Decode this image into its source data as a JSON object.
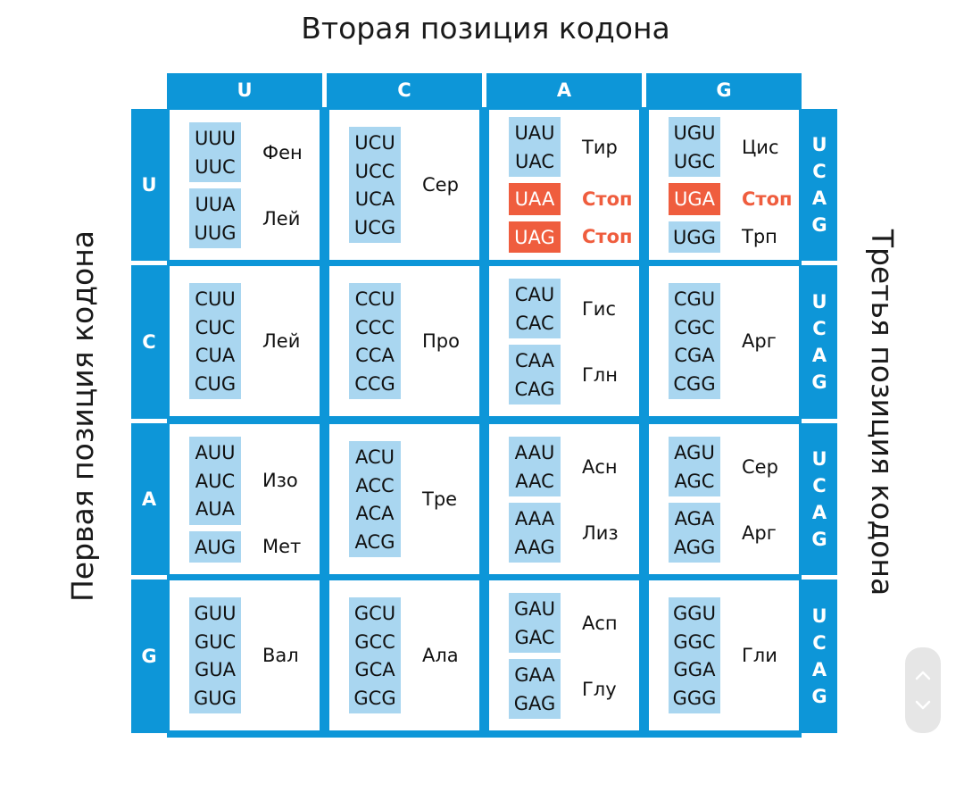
{
  "titles": {
    "top": "Вторая позиция кодона",
    "left": "Первая позиция кодона",
    "right": "Третья позиция кодона"
  },
  "second_position": [
    "U",
    "C",
    "A",
    "G"
  ],
  "first_position": [
    "U",
    "C",
    "A",
    "G"
  ],
  "third_position": [
    "U",
    "C",
    "A",
    "G"
  ],
  "colors": {
    "header_blue": "#0d96d8",
    "codon_bg": "#a9d6f0",
    "stop": "#ef5d3e"
  },
  "cells": [
    {
      "groups": [
        {
          "codons": [
            "UUU",
            "UUC"
          ],
          "aa": "Фен",
          "stop": false
        },
        {
          "codons": [
            "UUA",
            "UUG"
          ],
          "aa": "Лей",
          "stop": false
        }
      ]
    },
    {
      "groups": [
        {
          "codons": [
            "UCU",
            "UCC",
            "UCA",
            "UCG"
          ],
          "aa": "Сер",
          "stop": false
        }
      ]
    },
    {
      "groups": [
        {
          "codons": [
            "UAU",
            "UAC"
          ],
          "aa": "Тир",
          "stop": false
        },
        {
          "codons": [
            "UAA"
          ],
          "aa": "Стоп",
          "stop": true
        },
        {
          "codons": [
            "UAG"
          ],
          "aa": "Стоп",
          "stop": true
        }
      ]
    },
    {
      "groups": [
        {
          "codons": [
            "UGU",
            "UGC"
          ],
          "aa": "Цис",
          "stop": false
        },
        {
          "codons": [
            "UGA"
          ],
          "aa": "Стоп",
          "stop": true
        },
        {
          "codons": [
            "UGG"
          ],
          "aa": "Трп",
          "stop": false
        }
      ]
    },
    {
      "groups": [
        {
          "codons": [
            "CUU",
            "CUC",
            "CUA",
            "CUG"
          ],
          "aa": "Лей",
          "stop": false
        }
      ]
    },
    {
      "groups": [
        {
          "codons": [
            "CCU",
            "CCC",
            "CCA",
            "CCG"
          ],
          "aa": "Про",
          "stop": false
        }
      ]
    },
    {
      "groups": [
        {
          "codons": [
            "CAU",
            "CAC"
          ],
          "aa": "Гис",
          "stop": false
        },
        {
          "codons": [
            "CAA",
            "CAG"
          ],
          "aa": "Глн",
          "stop": false
        }
      ]
    },
    {
      "groups": [
        {
          "codons": [
            "CGU",
            "CGC",
            "CGA",
            "CGG"
          ],
          "aa": "Арг",
          "stop": false
        }
      ]
    },
    {
      "groups": [
        {
          "codons": [
            "AUU",
            "AUC",
            "AUA"
          ],
          "aa": "Изо",
          "stop": false
        },
        {
          "codons": [
            "AUG"
          ],
          "aa": "Мет",
          "stop": false
        }
      ]
    },
    {
      "groups": [
        {
          "codons": [
            "ACU",
            "ACC",
            "ACA",
            "ACG"
          ],
          "aa": "Тре",
          "stop": false
        }
      ]
    },
    {
      "groups": [
        {
          "codons": [
            "AAU",
            "AAC"
          ],
          "aa": "Асн",
          "stop": false
        },
        {
          "codons": [
            "AAA",
            "AAG"
          ],
          "aa": "Лиз",
          "stop": false
        }
      ]
    },
    {
      "groups": [
        {
          "codons": [
            "AGU",
            "AGC"
          ],
          "aa": "Сер",
          "stop": false
        },
        {
          "codons": [
            "AGA",
            "AGG"
          ],
          "aa": "Арг",
          "stop": false
        }
      ]
    },
    {
      "groups": [
        {
          "codons": [
            "GUU",
            "GUC",
            "GUA",
            "GUG"
          ],
          "aa": "Вал",
          "stop": false
        }
      ]
    },
    {
      "groups": [
        {
          "codons": [
            "GCU",
            "GCC",
            "GCA",
            "GCG"
          ],
          "aa": "Ала",
          "stop": false
        }
      ]
    },
    {
      "groups": [
        {
          "codons": [
            "GAU",
            "GAC"
          ],
          "aa": "Асп",
          "stop": false
        },
        {
          "codons": [
            "GAA",
            "GAG"
          ],
          "aa": "Глу",
          "stop": false
        }
      ]
    },
    {
      "groups": [
        {
          "codons": [
            "GGU",
            "GGC",
            "GGA",
            "GGG"
          ],
          "aa": "Гли",
          "stop": false
        }
      ]
    }
  ],
  "scroll_widget": {
    "up_icon": "chevron-up-icon",
    "down_icon": "chevron-down-icon"
  }
}
